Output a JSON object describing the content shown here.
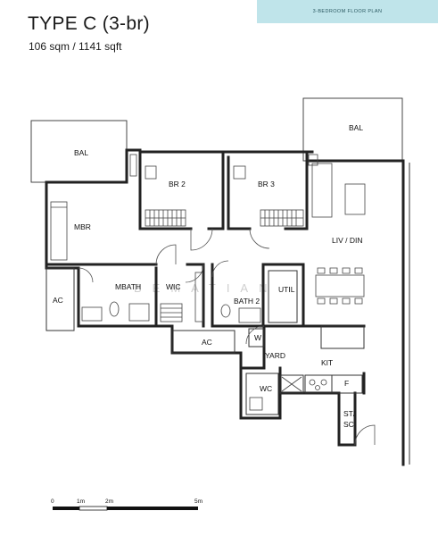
{
  "header": {
    "title": "TYPE C (3-br)",
    "area": "106 sqm / 1141 sqft",
    "badge": "3-BEDROOM FLOOR PLAN"
  },
  "rooms": {
    "bal_left": "BAL",
    "bal_right": "BAL",
    "br2": "BR 2",
    "br3": "BR 3",
    "mbr": "MBR",
    "liv_din": "LIV / DIN",
    "ac_left": "AC",
    "mbath": "MBATH",
    "wic": "WIC",
    "bath2": "BATH 2",
    "util": "UTIL",
    "ac_mid": "AC",
    "w": "W",
    "yard": "YARD",
    "kit": "KIT",
    "wc": "WC",
    "f": "F",
    "st": "ST/",
    "sc": "SC"
  },
  "watermark": "BEMATIAN",
  "scale": {
    "labels": [
      "0",
      "1m",
      "2m",
      "5m"
    ]
  }
}
